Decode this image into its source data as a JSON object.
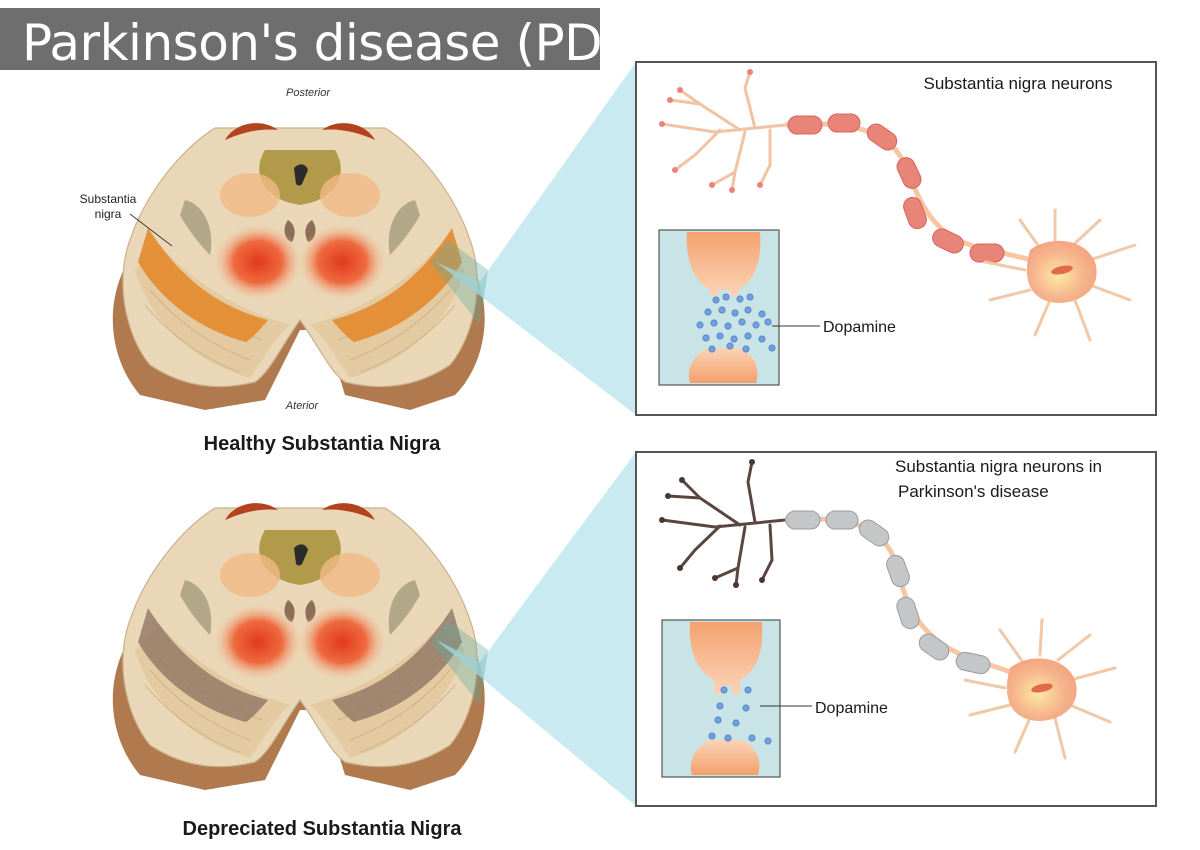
{
  "title": "Parkinson's disease (PD)",
  "healthy": {
    "caption": "Healthy Substantia Nigra",
    "posterior_label": "Posterior",
    "anterior_label": "Aterior",
    "sn_label_line1": "Substantia",
    "sn_label_line2": "nigra",
    "panel_title": "Substantia nigra neurons",
    "synapse_label": "Dopamine"
  },
  "depleted": {
    "caption": "Depreciated Substantia Nigra",
    "panel_title_line1": "Substantia nigra neurons in",
    "panel_title_line2": "Parkinson's disease",
    "synapse_label": "Dopamine"
  },
  "colors": {
    "title_bar": "#6e6e6e",
    "zoom_beam": "#bfe6ee",
    "healthy_myelin": "#e98478",
    "depleted_myelin": "#c4c6c8",
    "healthy_sn": "#e2892e",
    "depleted_sn": "#8b7060",
    "dopamine_dot": "#6f9fe0"
  }
}
